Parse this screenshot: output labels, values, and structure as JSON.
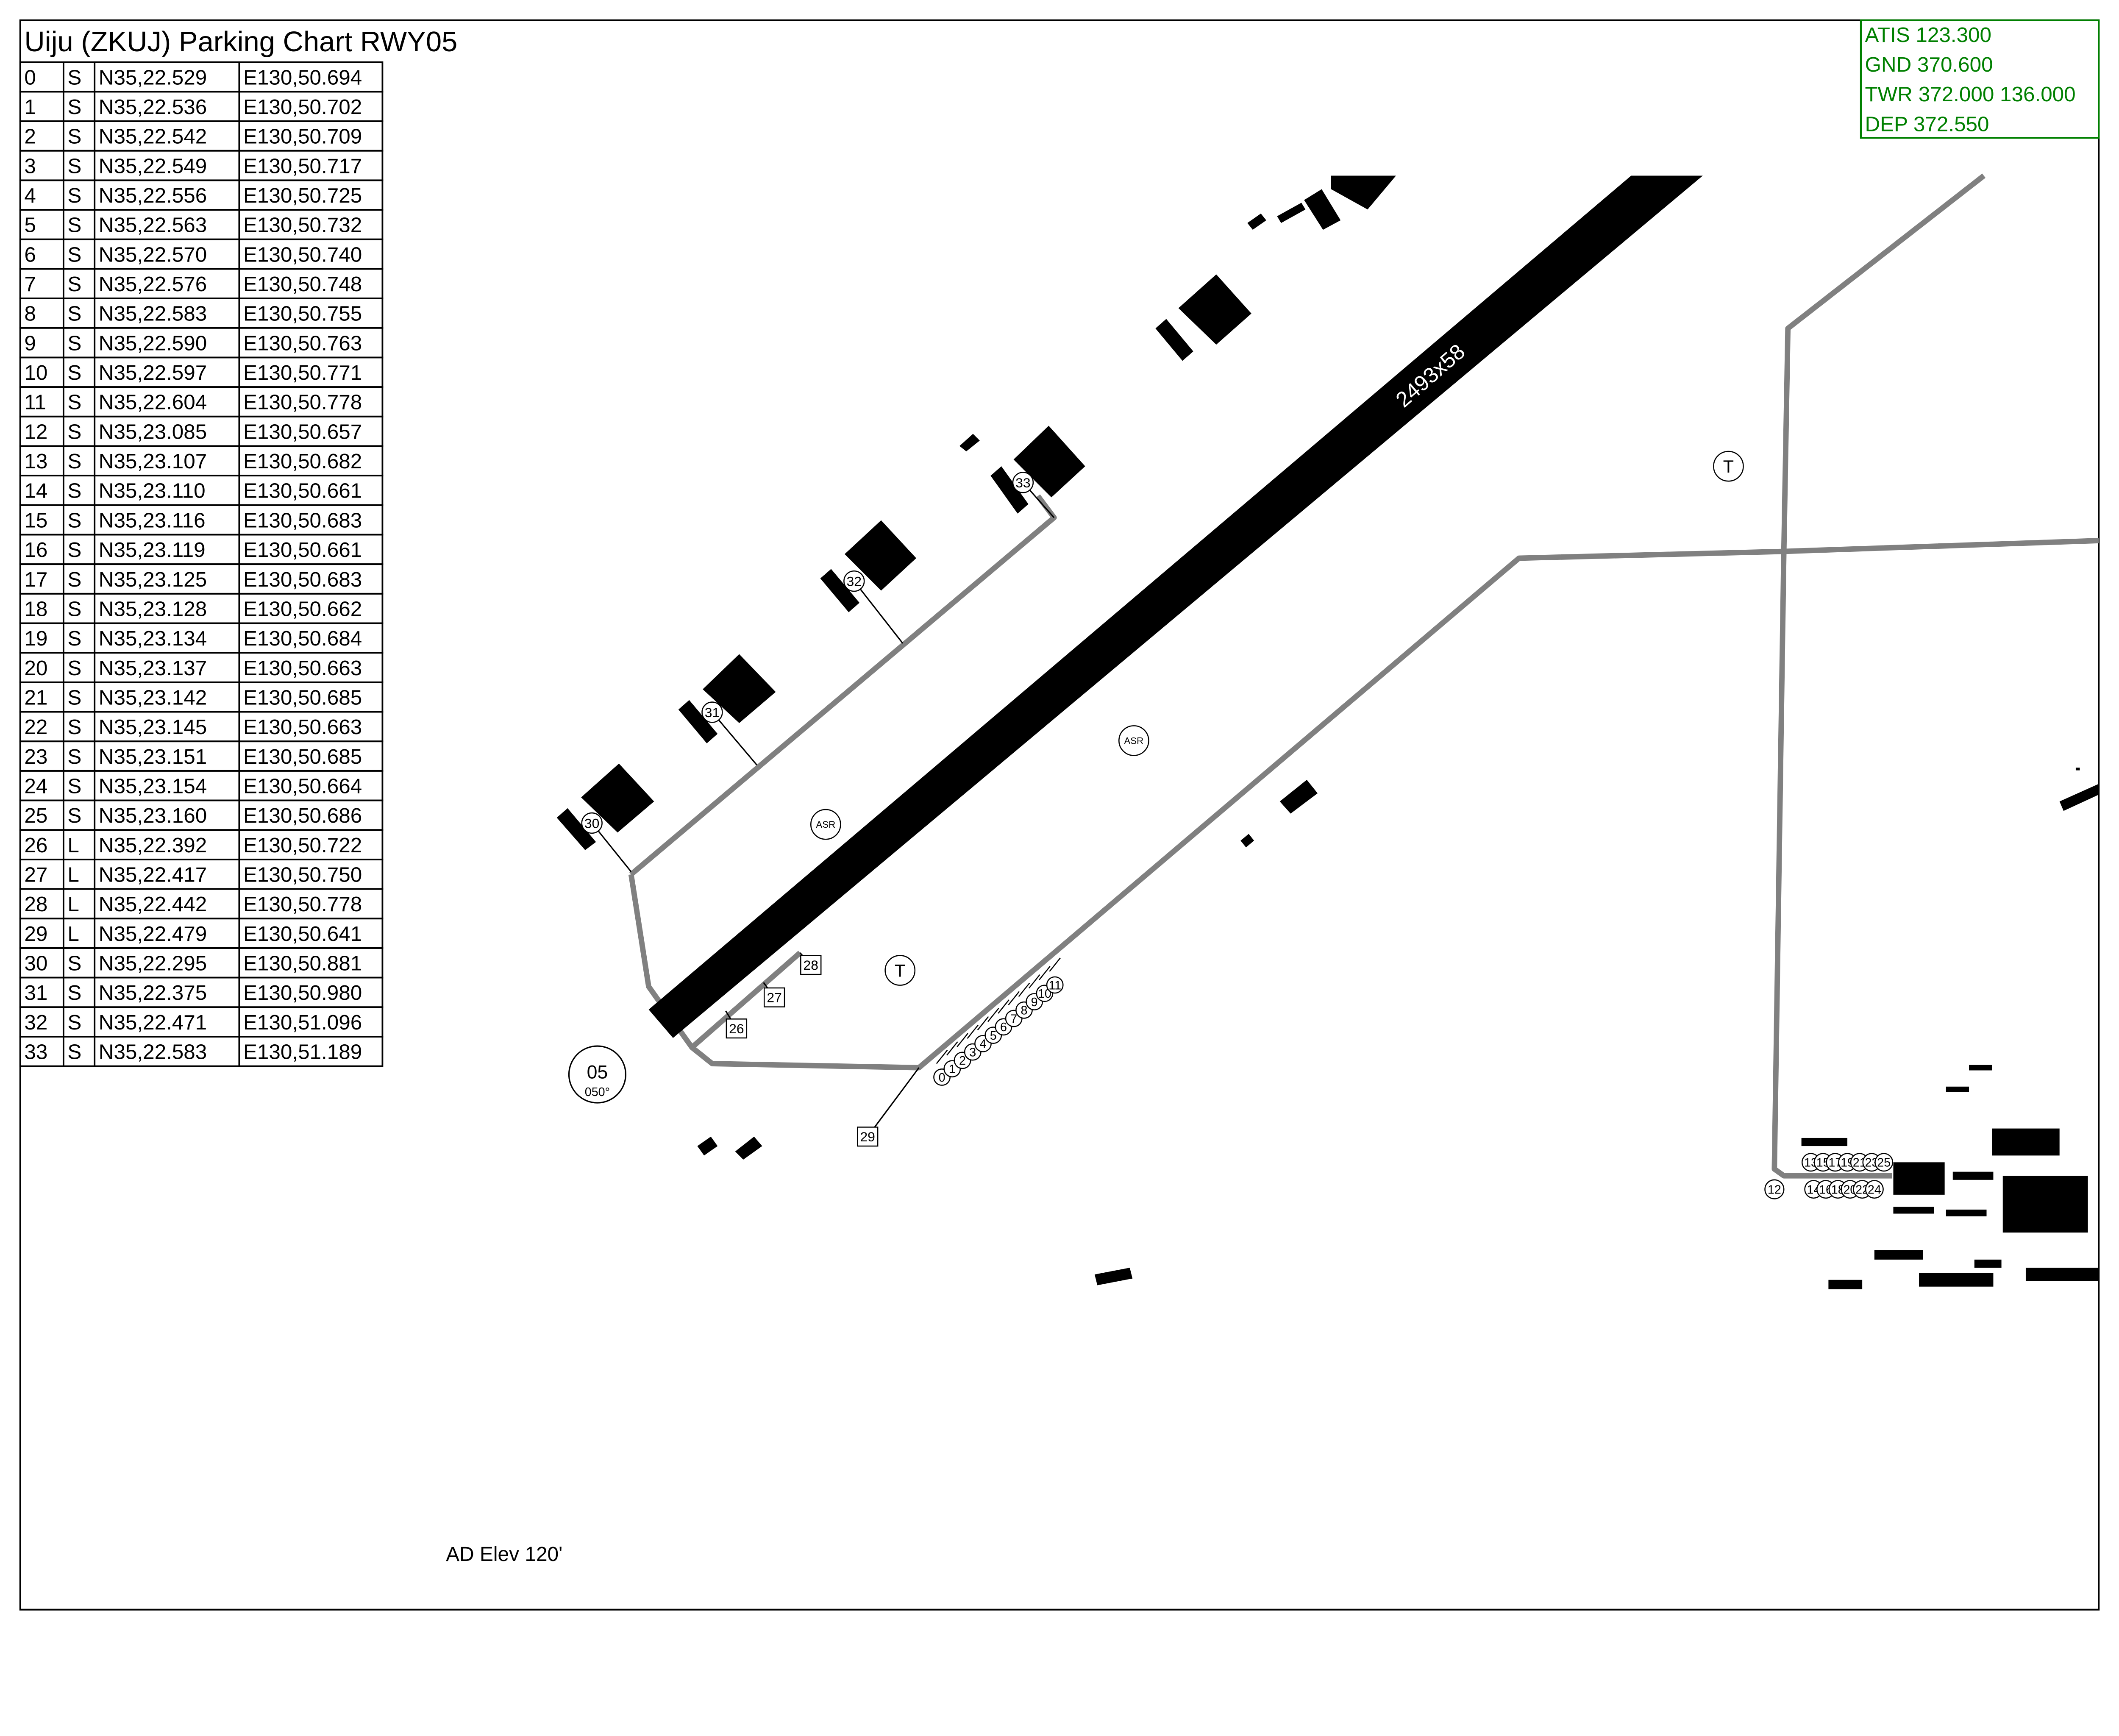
{
  "title": "Uiju (ZKUJ) Parking Chart RWY05",
  "frequencies": [
    "ATIS 123.300",
    "GND 370.600",
    "TWR 372.000 136.000",
    "DEP 372.550"
  ],
  "colors": {
    "frequency": "#008000",
    "taxiway": "#808080",
    "building": "#000000"
  },
  "parking_table": [
    [
      "0",
      "S",
      "N35,22.529",
      "E130,50.694"
    ],
    [
      "1",
      "S",
      "N35,22.536",
      "E130,50.702"
    ],
    [
      "2",
      "S",
      "N35,22.542",
      "E130,50.709"
    ],
    [
      "3",
      "S",
      "N35,22.549",
      "E130,50.717"
    ],
    [
      "4",
      "S",
      "N35,22.556",
      "E130,50.725"
    ],
    [
      "5",
      "S",
      "N35,22.563",
      "E130,50.732"
    ],
    [
      "6",
      "S",
      "N35,22.570",
      "E130,50.740"
    ],
    [
      "7",
      "S",
      "N35,22.576",
      "E130,50.748"
    ],
    [
      "8",
      "S",
      "N35,22.583",
      "E130,50.755"
    ],
    [
      "9",
      "S",
      "N35,22.590",
      "E130,50.763"
    ],
    [
      "10",
      "S",
      "N35,22.597",
      "E130,50.771"
    ],
    [
      "11",
      "S",
      "N35,22.604",
      "E130,50.778"
    ],
    [
      "12",
      "S",
      "N35,23.085",
      "E130,50.657"
    ],
    [
      "13",
      "S",
      "N35,23.107",
      "E130,50.682"
    ],
    [
      "14",
      "S",
      "N35,23.110",
      "E130,50.661"
    ],
    [
      "15",
      "S",
      "N35,23.116",
      "E130,50.683"
    ],
    [
      "16",
      "S",
      "N35,23.119",
      "E130,50.661"
    ],
    [
      "17",
      "S",
      "N35,23.125",
      "E130,50.683"
    ],
    [
      "18",
      "S",
      "N35,23.128",
      "E130,50.662"
    ],
    [
      "19",
      "S",
      "N35,23.134",
      "E130,50.684"
    ],
    [
      "20",
      "S",
      "N35,23.137",
      "E130,50.663"
    ],
    [
      "21",
      "S",
      "N35,23.142",
      "E130,50.685"
    ],
    [
      "22",
      "S",
      "N35,23.145",
      "E130,50.663"
    ],
    [
      "23",
      "S",
      "N35,23.151",
      "E130,50.685"
    ],
    [
      "24",
      "S",
      "N35,23.154",
      "E130,50.664"
    ],
    [
      "25",
      "S",
      "N35,23.160",
      "E130,50.686"
    ],
    [
      "26",
      "L",
      "N35,22.392",
      "E130,50.722"
    ],
    [
      "27",
      "L",
      "N35,22.417",
      "E130,50.750"
    ],
    [
      "28",
      "L",
      "N35,22.442",
      "E130,50.778"
    ],
    [
      "29",
      "L",
      "N35,22.479",
      "E130,50.641"
    ],
    [
      "30",
      "S",
      "N35,22.295",
      "E130,50.881"
    ],
    [
      "31",
      "S",
      "N35,22.375",
      "E130,50.980"
    ],
    [
      "32",
      "S",
      "N35,22.471",
      "E130,51.096"
    ],
    [
      "33",
      "S",
      "N35,22.583",
      "E130,51.189"
    ]
  ],
  "runway": {
    "dimensions": "2493x58",
    "designator": "05",
    "heading": "050°"
  },
  "markers": {
    "tower": "T",
    "asr": "ASR"
  },
  "stands_row": [
    "0",
    "1",
    "2",
    "3",
    "4",
    "5",
    "6",
    "7",
    "8",
    "9",
    "10",
    "11"
  ],
  "stands_cluster_top": [
    "13",
    "15",
    "17",
    "19",
    "21",
    "23",
    "25"
  ],
  "stands_cluster_bottom": [
    "14",
    "16",
    "18",
    "20",
    "22",
    "24"
  ],
  "stand_12": "12",
  "stands_large": [
    "30",
    "31",
    "32",
    "33"
  ],
  "stands_square": [
    "26",
    "27",
    "28",
    "29"
  ],
  "elevation": "AD Elev 120'"
}
